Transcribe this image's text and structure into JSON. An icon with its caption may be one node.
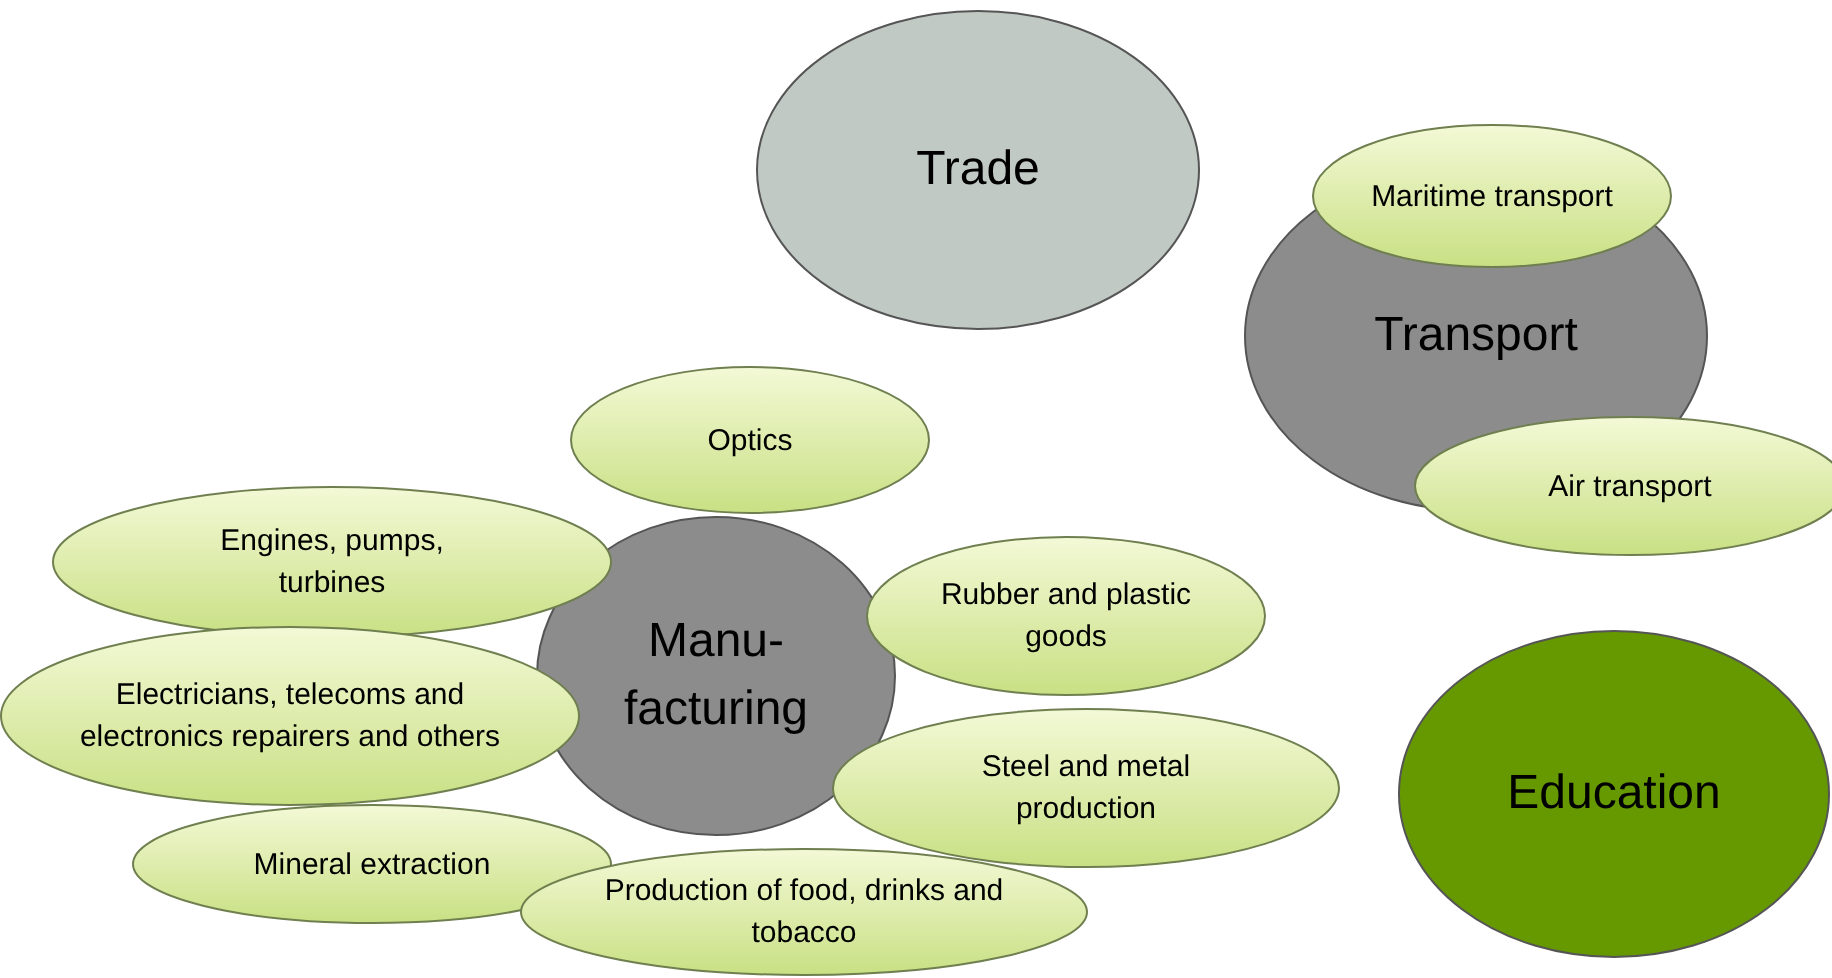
{
  "diagram": {
    "nodes": [
      {
        "text": [
          "Trade"
        ]
      },
      {
        "text": [
          "Transport"
        ]
      },
      {
        "text": [
          "Maritime transport"
        ]
      },
      {
        "text": [
          "Air transport"
        ]
      },
      {
        "text": [
          "Optics"
        ]
      },
      {
        "text": [
          "Engines, pumps, turbines"
        ]
      },
      {
        "text": [
          "Manu- facturing"
        ]
      },
      {
        "text": [
          "Rubber and plastic goods"
        ]
      },
      {
        "text": [
          "Electricians, telecoms and electronics repairers and others"
        ]
      },
      {
        "text": [
          "Steel and metal production"
        ]
      },
      {
        "text": [
          "Education"
        ]
      },
      {
        "text": [
          "Mineral extraction"
        ]
      },
      {
        "text": [
          "Production of food, drinks and tobacco"
        ]
      }
    ]
  }
}
